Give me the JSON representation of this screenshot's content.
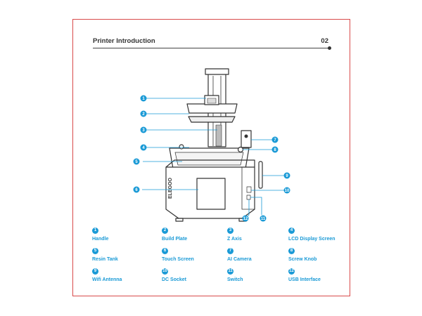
{
  "header": {
    "title": "Printer Introduction",
    "page_number": "02"
  },
  "brand_text": "ELEGOO",
  "parts": [
    {
      "num": "1",
      "label": "Handle"
    },
    {
      "num": "2",
      "label": "Build Plate"
    },
    {
      "num": "3",
      "label": "Z Axis"
    },
    {
      "num": "4",
      "label": "LCD Display Screen"
    },
    {
      "num": "5",
      "label": "Resin Tank"
    },
    {
      "num": "6",
      "label": "Touch Screen"
    },
    {
      "num": "7",
      "label": "AI Camera"
    },
    {
      "num": "8",
      "label": "Screw Knob"
    },
    {
      "num": "9",
      "label": "Wifi Antenna"
    },
    {
      "num": "10",
      "label": "DC Socket"
    },
    {
      "num": "11",
      "label": "Switch"
    },
    {
      "num": "12",
      "label": "USB Interface"
    }
  ],
  "colors": {
    "accent": "#1a9ad6",
    "frame": "#d94a4a",
    "line_art": "#333333"
  }
}
